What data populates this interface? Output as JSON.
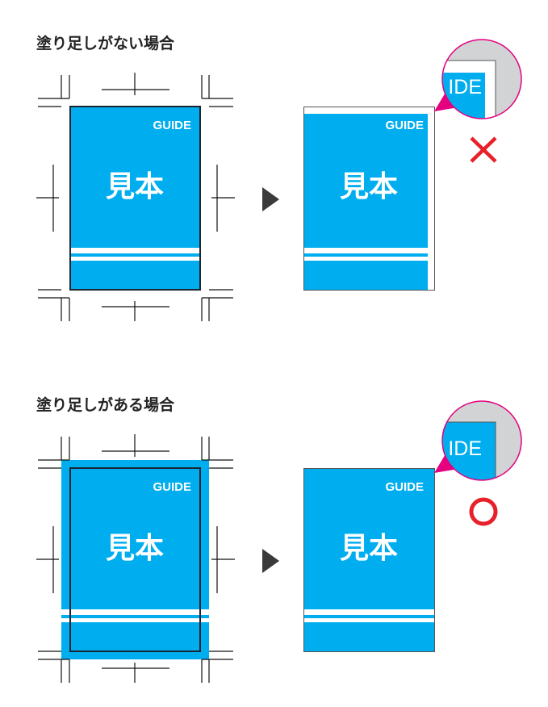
{
  "sections": [
    {
      "title": "塗り足しがない場合",
      "result": "incorrect",
      "result_mark": "cross-icon"
    },
    {
      "title": "塗り足しがある場合",
      "result": "correct",
      "result_mark": "circle-icon"
    }
  ],
  "sample": {
    "guide": "GUIDE",
    "mihon": "見本",
    "zoom_text": "IDE"
  },
  "colors": {
    "cover_blue": "#00aeef",
    "magnifier": "#e4007f",
    "mark_red": "#e8202a",
    "arrow": "#3a3a3a"
  }
}
